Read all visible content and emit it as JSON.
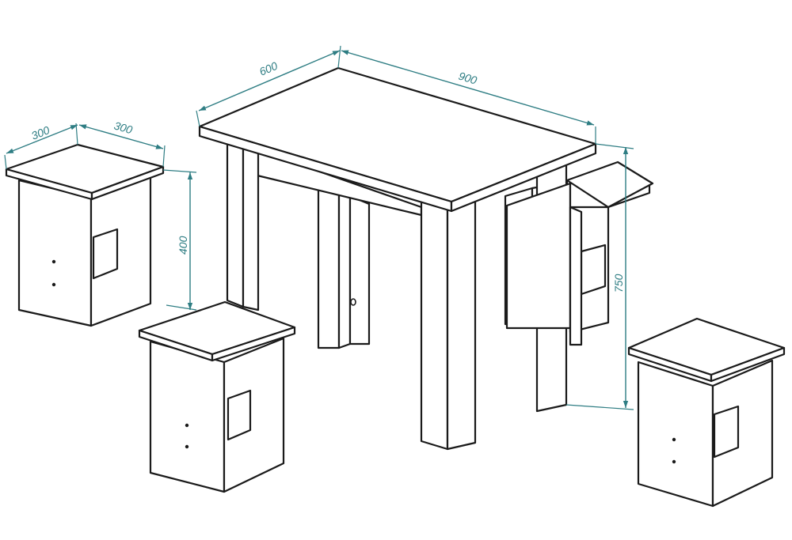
{
  "dimensions": {
    "table_depth": "600",
    "table_width": "900",
    "table_height": "750",
    "stool_depth": "300",
    "stool_width": "300",
    "stool_height": "400"
  },
  "colors": {
    "line": "#1a1a1a",
    "dimension": "#2e7d83",
    "background": "#ffffff"
  }
}
